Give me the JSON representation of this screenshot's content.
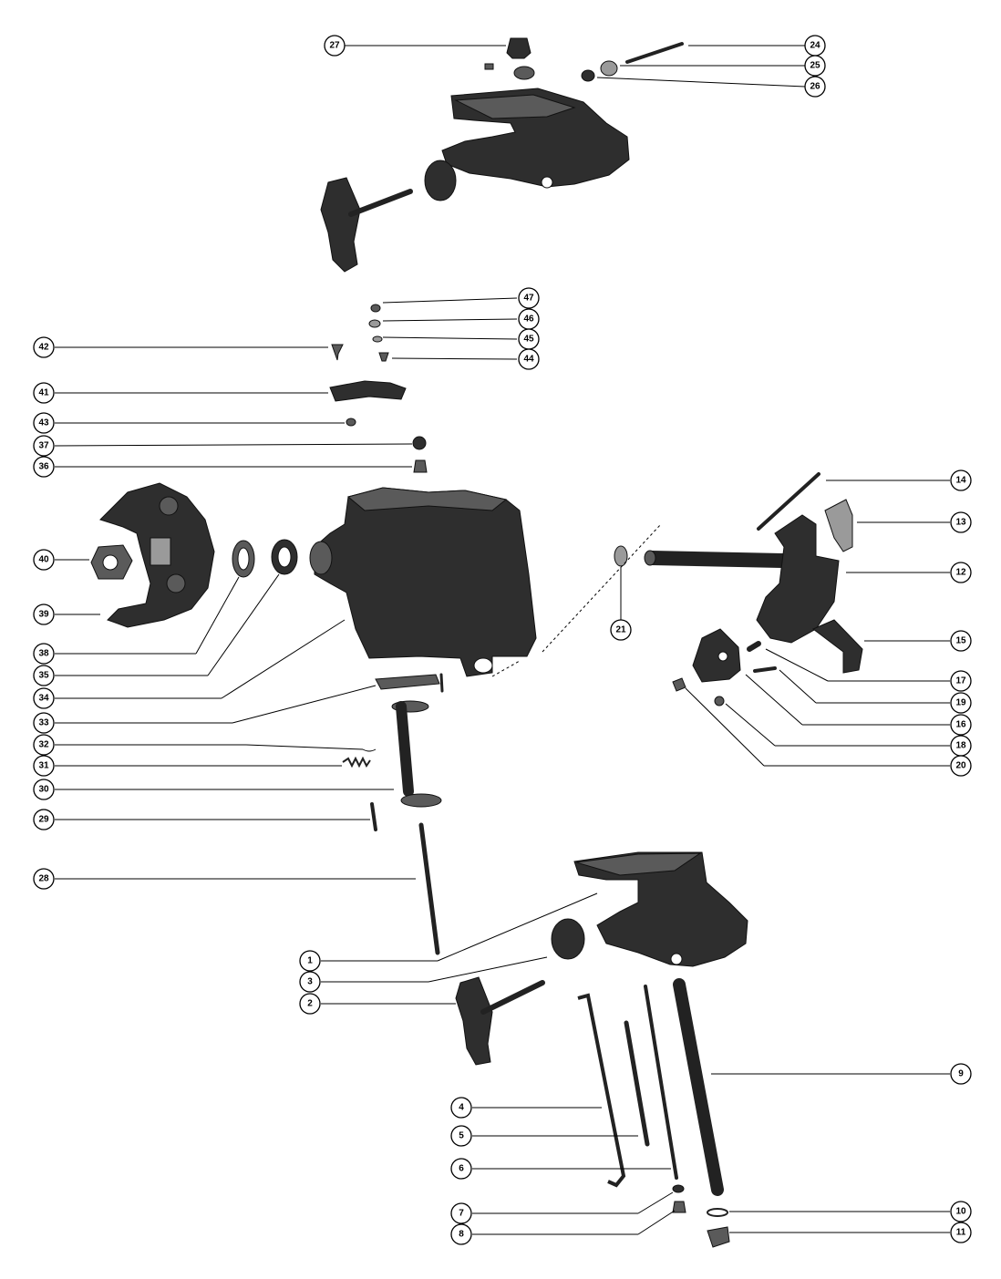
{
  "callouts": {
    "c1": "1",
    "c2": "2",
    "c3": "3",
    "c4": "4",
    "c5": "5",
    "c6": "6",
    "c7": "7",
    "c8": "8",
    "c9": "9",
    "c10": "10",
    "c11": "11",
    "c12": "12",
    "c13": "13",
    "c14": "14",
    "c15": "15",
    "c16": "16",
    "c17": "17",
    "c18": "18",
    "c19": "19",
    "c20": "20",
    "c21": "21",
    "c24": "24",
    "c25": "25",
    "c26": "26",
    "c27": "27",
    "c28": "28",
    "c29": "29",
    "c30": "30",
    "c31": "31",
    "c32": "32",
    "c33": "33",
    "c34": "34",
    "c35": "35",
    "c36": "36",
    "c37": "37",
    "c38": "38",
    "c39": "39",
    "c40": "40",
    "c41": "41",
    "c42": "42",
    "c43": "43",
    "c44": "44",
    "c45": "45",
    "c46": "46",
    "c47": "47"
  }
}
